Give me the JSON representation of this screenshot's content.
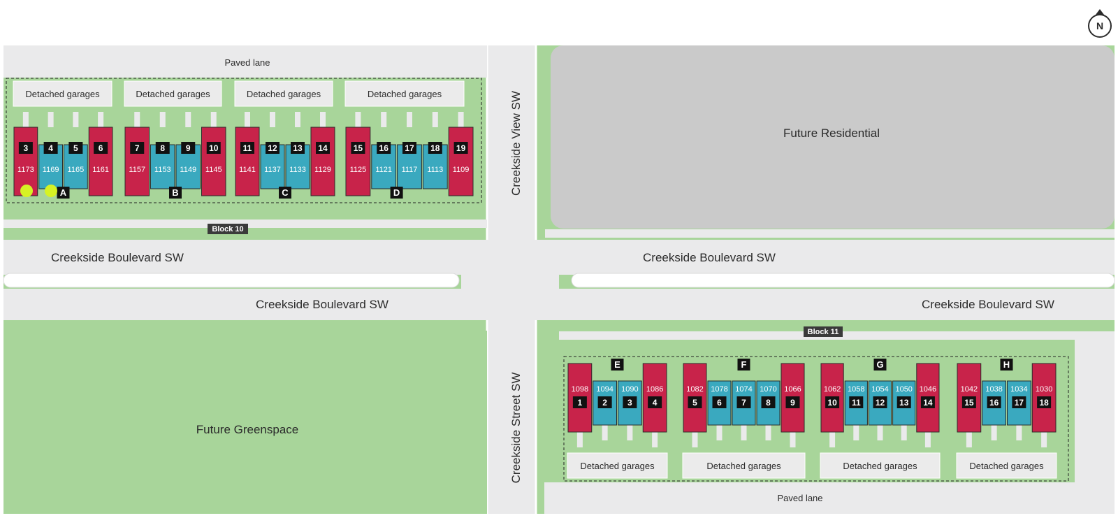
{
  "compass": {
    "label": "N"
  },
  "areas": {
    "future_residential": "Future Residential",
    "future_greenspace": "Future Greenspace"
  },
  "streets": {
    "boulevard": "Creekside Boulevard SW",
    "view": "Creekside View SW",
    "street": "Creekside Street SW",
    "paved_lane": "Paved lane"
  },
  "garage_label": "Detached garages",
  "blocks": {
    "block10": {
      "label": "Block 10",
      "buildings": [
        {
          "letter": "A",
          "units": [
            {
              "num": "3",
              "addr": "1173",
              "type": "end"
            },
            {
              "num": "4",
              "addr": "1169",
              "type": "interior"
            },
            {
              "num": "5",
              "addr": "1165",
              "type": "interior"
            },
            {
              "num": "6",
              "addr": "1161",
              "type": "end"
            }
          ]
        },
        {
          "letter": "B",
          "units": [
            {
              "num": "7",
              "addr": "1157",
              "type": "end"
            },
            {
              "num": "8",
              "addr": "1153",
              "type": "interior"
            },
            {
              "num": "9",
              "addr": "1149",
              "type": "interior"
            },
            {
              "num": "10",
              "addr": "1145",
              "type": "end"
            }
          ]
        },
        {
          "letter": "C",
          "units": [
            {
              "num": "11",
              "addr": "1141",
              "type": "end"
            },
            {
              "num": "12",
              "addr": "1137",
              "type": "interior"
            },
            {
              "num": "13",
              "addr": "1133",
              "type": "interior"
            },
            {
              "num": "14",
              "addr": "1129",
              "type": "end"
            }
          ]
        },
        {
          "letter": "D",
          "units": [
            {
              "num": "15",
              "addr": "1125",
              "type": "end"
            },
            {
              "num": "16",
              "addr": "1121",
              "type": "interior"
            },
            {
              "num": "17",
              "addr": "1117",
              "type": "interior"
            },
            {
              "num": "18",
              "addr": "1113",
              "type": "interior"
            },
            {
              "num": "19",
              "addr": "1109",
              "type": "end"
            }
          ]
        }
      ]
    },
    "block11": {
      "label": "Block 11",
      "buildings": [
        {
          "letter": "E",
          "units": [
            {
              "num": "1",
              "addr": "1098",
              "type": "end"
            },
            {
              "num": "2",
              "addr": "1094",
              "type": "interior"
            },
            {
              "num": "3",
              "addr": "1090",
              "type": "interior"
            },
            {
              "num": "4",
              "addr": "1086",
              "type": "end"
            }
          ]
        },
        {
          "letter": "F",
          "units": [
            {
              "num": "5",
              "addr": "1082",
              "type": "end"
            },
            {
              "num": "6",
              "addr": "1078",
              "type": "interior"
            },
            {
              "num": "7",
              "addr": "1074",
              "type": "interior"
            },
            {
              "num": "8",
              "addr": "1070",
              "type": "interior"
            },
            {
              "num": "9",
              "addr": "1066",
              "type": "end"
            }
          ]
        },
        {
          "letter": "G",
          "units": [
            {
              "num": "10",
              "addr": "1062",
              "type": "end"
            },
            {
              "num": "11",
              "addr": "1058",
              "type": "interior"
            },
            {
              "num": "12",
              "addr": "1054",
              "type": "interior"
            },
            {
              "num": "13",
              "addr": "1050",
              "type": "interior"
            },
            {
              "num": "14",
              "addr": "1046",
              "type": "end"
            }
          ]
        },
        {
          "letter": "H",
          "units": [
            {
              "num": "15",
              "addr": "1042",
              "type": "end"
            },
            {
              "num": "16",
              "addr": "1038",
              "type": "interior"
            },
            {
              "num": "17",
              "addr": "1034",
              "type": "interior"
            },
            {
              "num": "18",
              "addr": "1030",
              "type": "end"
            }
          ]
        }
      ]
    }
  },
  "colors": {
    "grass": "#a8d59a",
    "road": "#eaeaeb",
    "lot_gray": "#cacaca",
    "end_unit": "#c8234a",
    "interior_unit": "#3aa9bf",
    "badge": "#111111",
    "marker": "#d6f224"
  }
}
